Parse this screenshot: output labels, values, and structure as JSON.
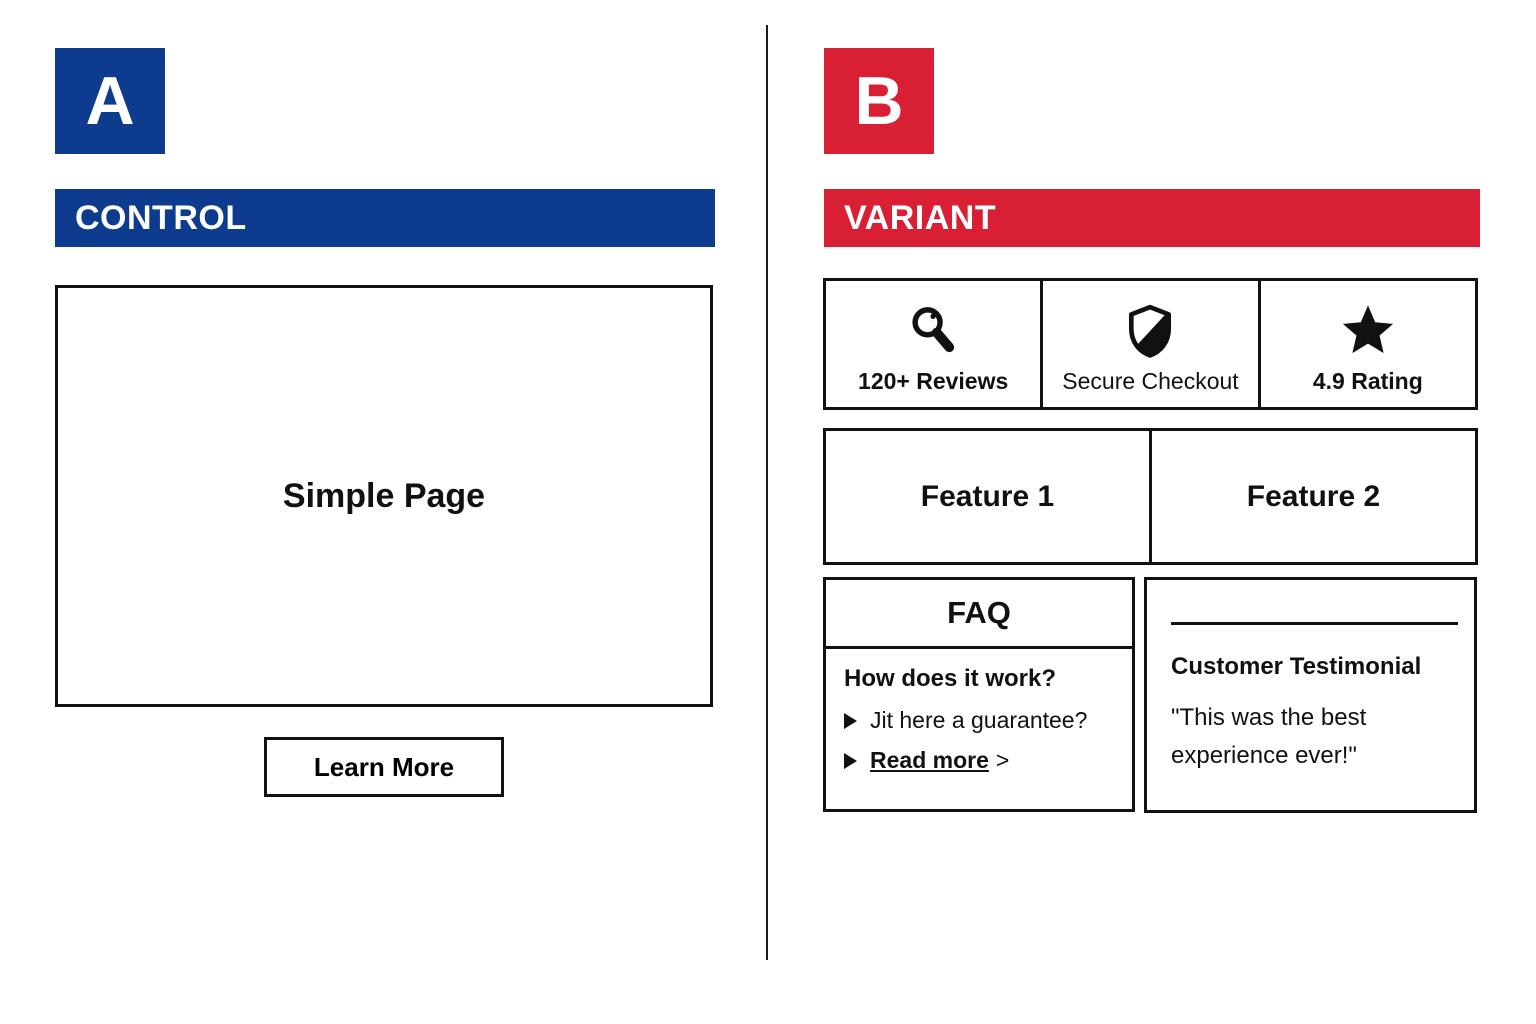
{
  "colors": {
    "control_blue": "#0d3b8d",
    "variant_red": "#d81f33"
  },
  "panel_a": {
    "badge": "A",
    "bar_label": "CONTROL",
    "page_box_label": "Simple Page",
    "button_label": "Learn More"
  },
  "panel_b": {
    "badge": "B",
    "bar_label": "VARIANT",
    "trust_badges": [
      {
        "icon": "magnifier-icon",
        "label": "120+ Reviews"
      },
      {
        "icon": "shield-icon",
        "label": "Secure Checkout"
      },
      {
        "icon": "star-icon",
        "label": "4.9 Rating"
      }
    ],
    "features": [
      {
        "label": "Feature 1"
      },
      {
        "label": "Feature 2"
      }
    ],
    "faq": {
      "title": "FAQ",
      "question_heading": "How does it work?",
      "bullet_1": "Jit here a guarantee?",
      "read_more_label": "Read more",
      "read_more_suffix": ">"
    },
    "testimonial": {
      "title": "Customer Testimonial",
      "quote": "\"This was the best experience ever!\""
    }
  }
}
